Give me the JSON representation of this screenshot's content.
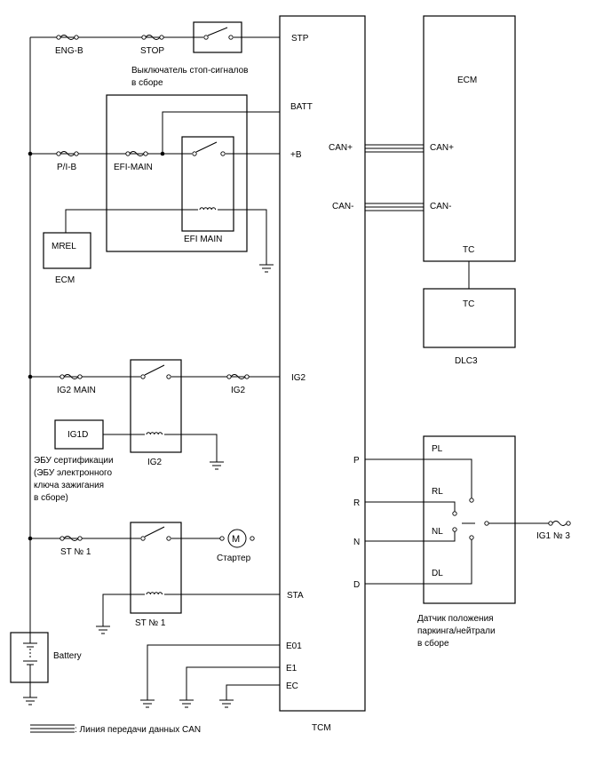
{
  "fuses": {
    "eng_b": "ENG-B",
    "stop": "STOP",
    "pib": "P/I-B",
    "efi_main": "EFI-MAIN",
    "ig2_main": "IG2 MAIN",
    "ig2": "IG2",
    "st1": "ST № 1",
    "ig1_3": "IG1 № 3"
  },
  "stop_switch": {
    "label_line1": "Выключатель стоп-сигналов",
    "label_line2": "в сборе"
  },
  "relays": {
    "efi_main": "EFI MAIN",
    "ig2": "IG2",
    "st1": "ST № 1"
  },
  "ecm_relay": {
    "mrel": "MREL",
    "ecm": "ECM"
  },
  "certification_ecu": {
    "pin": "IG1D",
    "line1": "ЭБУ сертификации",
    "line2": "(ЭБУ электронного",
    "line3": "ключа зажигания",
    "line4": "в сборе)"
  },
  "starter": {
    "symbol": "M",
    "label": "Стартер"
  },
  "battery": {
    "label": "Battery"
  },
  "tcm": {
    "label": "TCM",
    "pins": {
      "stp": "STP",
      "batt": "BATT",
      "plus_b": "+B",
      "can_plus": "CAN+",
      "can_minus": "CAN-",
      "ig2": "IG2",
      "p": "P",
      "r": "R",
      "n": "N",
      "d": "D",
      "sta": "STA",
      "e01": "E01",
      "e1": "E1",
      "ec": "EC"
    }
  },
  "ecm": {
    "label": "ECM",
    "can_plus": "CAN+",
    "can_minus": "CAN-",
    "tc": "TC"
  },
  "dlc3": {
    "tc": "TC",
    "label": "DLC3"
  },
  "park_neutral_switch": {
    "pl": "PL",
    "rl": "RL",
    "nl": "NL",
    "dl": "DL",
    "line1": "Датчик положения",
    "line2": "паркинга/нейтрали",
    "line3": "в сборе"
  },
  "legend": {
    "can_line": ": Линия передачи данных CAN"
  }
}
